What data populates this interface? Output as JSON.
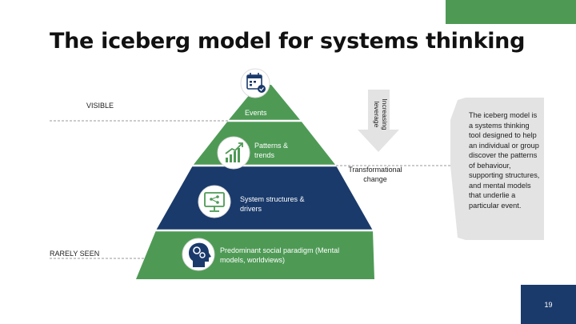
{
  "title": "The iceberg model for systems thinking",
  "labels": {
    "visible": "VISIBLE",
    "rarely_seen": "RARELY SEEN",
    "increasing_leverage": "Increasing leverage",
    "transformational_change": "Transformational change"
  },
  "layers": [
    {
      "name": "Events",
      "icon": "calendar-check-icon",
      "color": "#4e9a55"
    },
    {
      "name": "Patterns & trends",
      "icon": "trend-chart-icon",
      "color": "#4e9a55"
    },
    {
      "name": "System structures & drivers",
      "icon": "monitor-network-icon",
      "color": "#1a3a6b"
    },
    {
      "name": "Predominant social paradigm (Mental models, worldviews)",
      "icon": "head-gears-icon",
      "color": "#4e9a55"
    }
  ],
  "description": "The iceberg model is a systems thinking tool designed to help an individual or group discover the patterns of behaviour, supporting structures, and mental models that underlie a particular event.",
  "page_number": "19",
  "colors": {
    "green": "#4e9a55",
    "navy": "#1a3a6b",
    "arrow_gray": "#e3e3e3"
  }
}
